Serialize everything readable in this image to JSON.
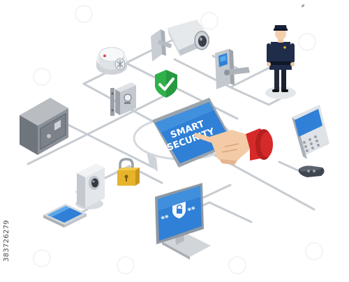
{
  "tablet": {
    "line1": "SMART",
    "line2": "SECURITY"
  },
  "stock_id": "383726279",
  "monitor": {
    "stars_left": "**",
    "stars_right": "**"
  },
  "colors": {
    "screen_blue": "#2f80d6",
    "screen_blue_light": "#5aa8ea",
    "shield_green": "#2fb14a",
    "lock_gold": "#e6b32a",
    "cuff_red": "#d62a2a",
    "device_gray": "#b9bec4",
    "line_gray": "#c7ccd2",
    "guard_navy": "#1f2c4a"
  },
  "icons": [
    "cctv-camera-icon",
    "smoke-detector-icon",
    "shield-check-icon",
    "access-terminal-icon",
    "security-guard-icon",
    "safe-icon",
    "door-lock-icon",
    "tablet-icon",
    "pointing-hand-icon",
    "alarm-keypad-icon",
    "car-key-fob-icon",
    "webcam-icon",
    "padlock-icon",
    "smartphone-icon",
    "monitor-icon"
  ]
}
